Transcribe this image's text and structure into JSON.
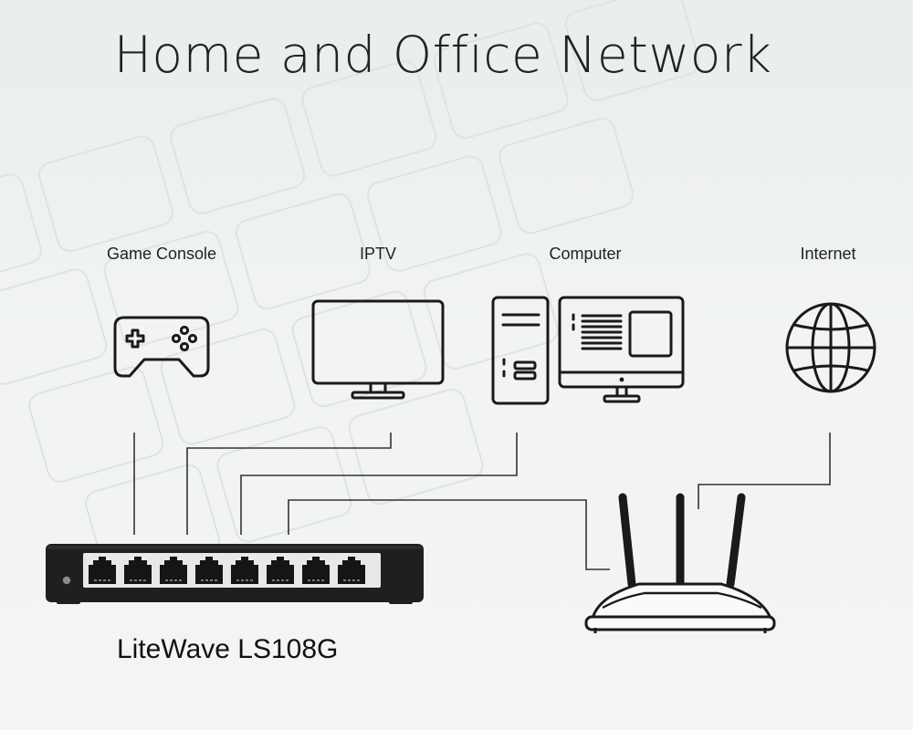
{
  "title": "Home and Office Network",
  "devices": [
    {
      "label": "Game Console",
      "icon": "gamepad-icon"
    },
    {
      "label": "IPTV",
      "icon": "tv-icon"
    },
    {
      "label": "Computer",
      "icon": "desktop-computer-icon"
    },
    {
      "label": "Internet",
      "icon": "globe-icon"
    }
  ],
  "switch": {
    "name": "LiteWave LS108G",
    "ports": 8,
    "icon": "network-switch-icon"
  },
  "router": {
    "icon": "wireless-router-icon",
    "antennas": 3
  }
}
